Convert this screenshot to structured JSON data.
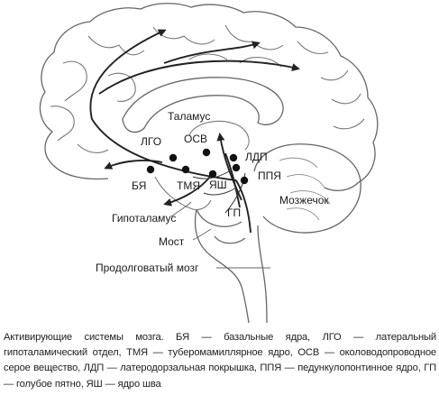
{
  "labels": {
    "thalamus": "Таламус",
    "lgo": "ЛГО",
    "osv": "ОСВ",
    "ldp": "ЛДП",
    "ppya": "ППЯ",
    "bya": "БЯ",
    "tmya": "ТМЯ",
    "yash": "ЯШ",
    "gp": "ГП",
    "cerebellum": "Мозжечок",
    "hypothalamus": "Гипоталамус",
    "pons": "Мост",
    "medulla": "Продолговатый мозг"
  },
  "caption": "Активирующие системы мозга. БЯ — базальные ядра, ЛГО — латеральный гипоталамический отдел, ТМЯ — туберомамиллярное ядро, ОСВ — околоводопроводное серое вещество, ЛДП — латеродорзальная покрышка, ППЯ — педункулопонтинное ядро, ГП — голубое пятно, ЯШ — ядро шва"
}
